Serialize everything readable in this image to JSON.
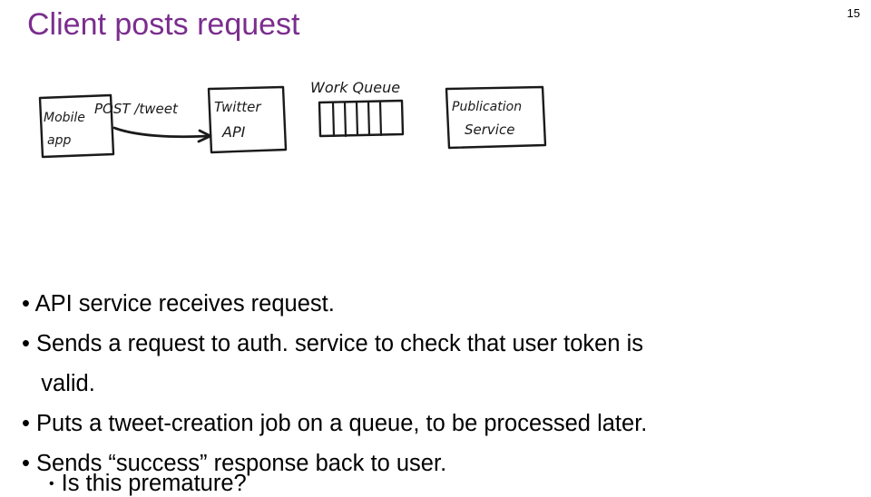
{
  "slide": {
    "number": "15",
    "title": "Client posts request",
    "bullets": [
      "• API service receives request.",
      "• Sends a request to auth. service to check that user token is",
      "   valid.",
      "• Puts a tweet-creation job on a queue, to be processed later.",
      "• Sends “success” response back to user."
    ],
    "sub_bullet": "Is this premature?",
    "sub_bullet_marker": "•",
    "colors": {
      "title": "#7b2d8e",
      "body": "#000000",
      "sketch_ink": "#1a1a1a",
      "background": "#ffffff"
    }
  },
  "sketch": {
    "caption_mobile_app_line1": "Mobile",
    "caption_mobile_app_line2": "app",
    "caption_post_tweet": "POST /tweet",
    "caption_twitter_line1": "Twitter",
    "caption_twitter_line2": "API",
    "caption_work_queue": "Work Queue",
    "caption_publication_line1": "Publication",
    "caption_publication_line2": "Service"
  }
}
